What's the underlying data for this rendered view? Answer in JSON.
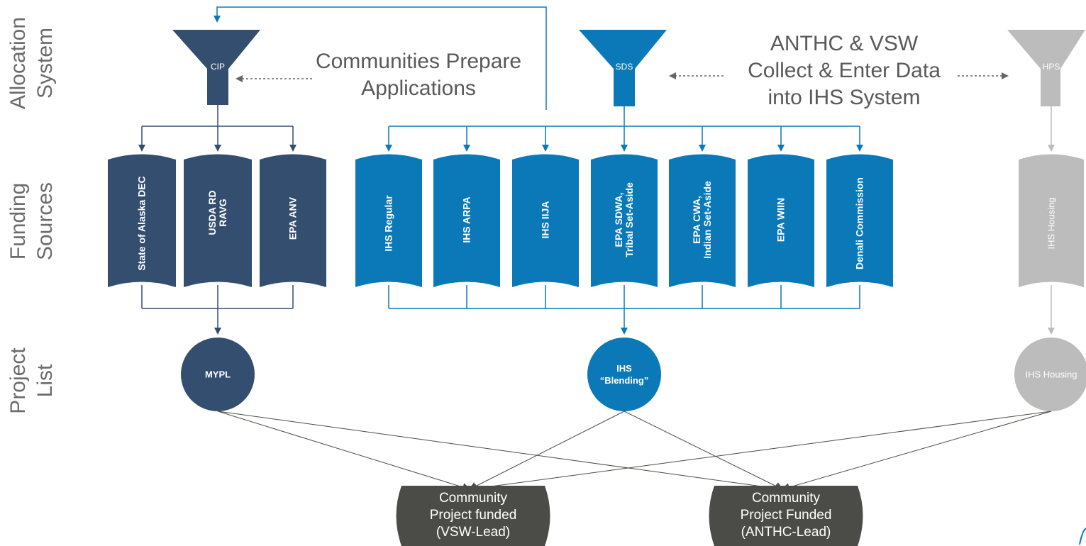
{
  "rows": {
    "allocation": [
      "Allocation",
      "System"
    ],
    "funding": [
      "Funding",
      "Sources"
    ],
    "project": [
      "Project",
      "List"
    ]
  },
  "funnels": {
    "cip": "CIP",
    "sds": "SDS",
    "hps": "HPS"
  },
  "annotations": {
    "communities": [
      "Communities Prepare",
      "Applications"
    ],
    "anthc": [
      "ANTHC & VSW",
      "Collect & Enter Data",
      "into IHS System"
    ]
  },
  "sources": {
    "dark": [
      [
        "State of Alaska DEC"
      ],
      [
        "USDA RD",
        "RAVG"
      ],
      [
        "EPA ANV"
      ]
    ],
    "blue": [
      [
        "IHS Regular"
      ],
      [
        "IHS ARPA"
      ],
      [
        "IHS IIJA"
      ],
      [
        "EPA SDWA,",
        "Tribal Set-Aside"
      ],
      [
        "EPA CWA,",
        "Indian Set-Aside"
      ],
      [
        "EPA WIIN"
      ],
      [
        "Denali Commission"
      ]
    ],
    "gray": [
      [
        "IHS Housing"
      ]
    ]
  },
  "project_lists": {
    "mypl": "MYPL",
    "ihs_blending": [
      "IHS",
      "“Blending”"
    ],
    "ihs_housing": "IHS Housing"
  },
  "outcomes": {
    "vsw": [
      "Community",
      "Project funded",
      "(VSW-Lead)"
    ],
    "anthc": [
      "Community",
      "Project Funded",
      "(ANTHC-Lead)"
    ]
  },
  "colors": {
    "dark_blue": "#344e6f",
    "blue": "#0b79b8",
    "gray": "#bcbcbc",
    "outcome": "#4b4b47",
    "text_gray": "#595959"
  }
}
